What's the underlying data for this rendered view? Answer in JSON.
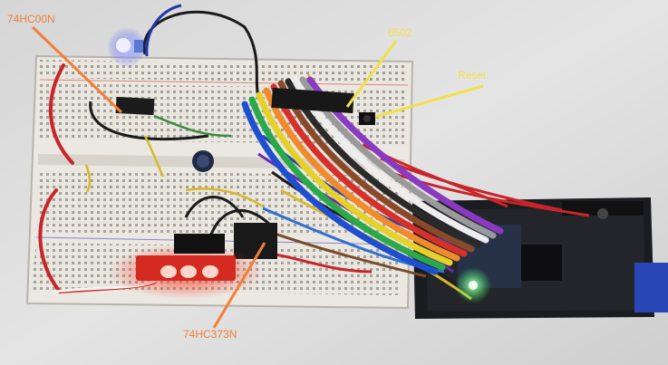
{
  "annotations": {
    "chip_74hc00n": "74HC00N",
    "chip_6502": "6502",
    "reset": "Reset",
    "chip_74hc373n": "74HC373N"
  },
  "colors": {
    "label_orange": "#f0803a",
    "label_yellow": "#f2e04a",
    "led_red": "#ff2a1a",
    "led_green": "#2dff5a",
    "led_blue": "#3a4dff"
  }
}
